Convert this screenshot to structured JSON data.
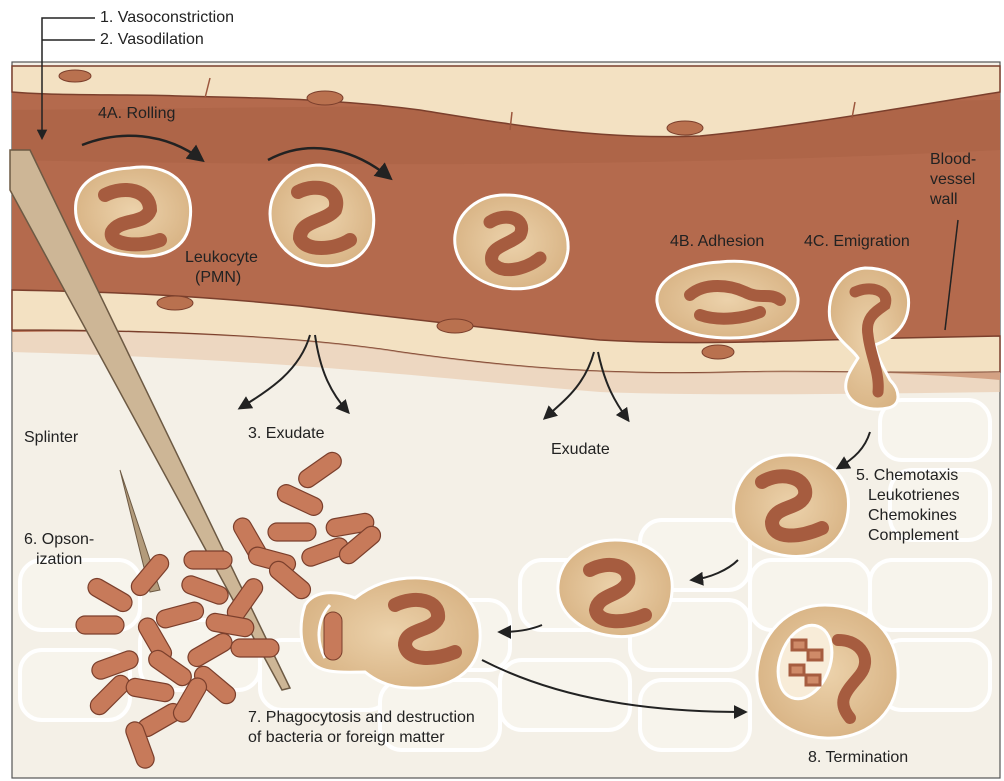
{
  "labels": {
    "vasoconstriction": "1. Vasoconstriction",
    "vasodilation": "2. Vasodilation",
    "rolling": "4A. Rolling",
    "leukocyte_line1": "Leukocyte",
    "leukocyte_line2": "(PMN)",
    "adhesion": "4B. Adhesion",
    "emigration": "4C. Emigration",
    "vessel_wall_line1": "Blood-",
    "vessel_wall_line2": "vessel",
    "vessel_wall_line3": "wall",
    "exudate_numbered": "3. Exudate",
    "exudate": "Exudate",
    "splinter": "Splinter",
    "opsonization_line1": "6. Opson-",
    "opsonization_line2": "ization",
    "chemotaxis_line1": "5. Chemotaxis",
    "chemotaxis_line2": "Leukotrienes",
    "chemotaxis_line3": "Chemokines",
    "chemotaxis_line4": "Complement",
    "phagocytosis_line1": "7. Phagocytosis and destruction",
    "phagocytosis_line2": "of bacteria or foreign matter",
    "termination": "8. Termination"
  },
  "colors": {
    "vessel_lumen": "#b56a4e",
    "vessel_wall_cell": "#f3e3c6",
    "tissue": "#f3efe6",
    "tissue_cell_outline": "#ffffff",
    "leukocyte_body": "#e3c59c",
    "leukocyte_nucleus": "#a65c3f",
    "bacterium": "#c77a5a",
    "splinter": "#cdb696",
    "arrow": "#222222"
  }
}
